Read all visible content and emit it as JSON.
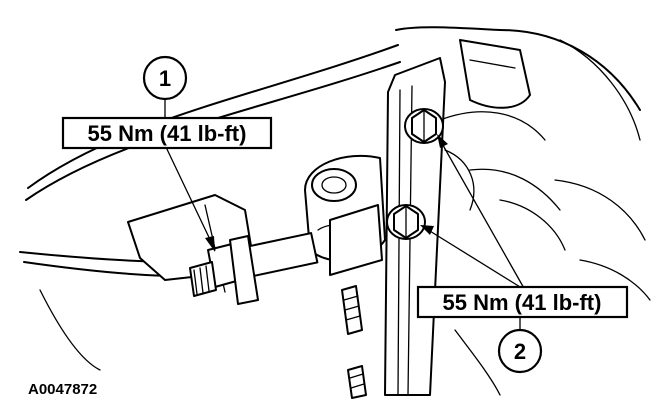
{
  "callouts": {
    "one": {
      "number": "1",
      "torque": "55 Nm (41 lb-ft)"
    },
    "two": {
      "number": "2",
      "torque": "55 Nm (41 lb-ft)"
    }
  },
  "figure_code": "A0047872",
  "colors": {
    "ink": "#000000",
    "paper": "#ffffff"
  }
}
